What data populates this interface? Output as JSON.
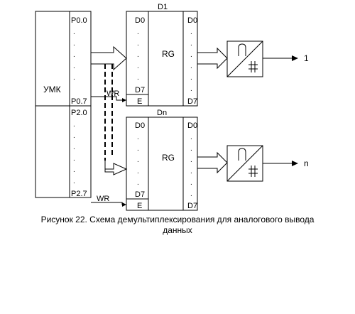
{
  "mcu": {
    "name": "УМК",
    "port0_first": "P0.0",
    "port0_last": "P0.7",
    "port2_first": "P2.0",
    "port2_last": "P2.7"
  },
  "registers": [
    {
      "title": "D1",
      "input_first": "D0",
      "input_last": "D7",
      "enable": "E",
      "function": "RG",
      "output_first": "D0",
      "output_last": "D7",
      "strobe": "WR",
      "output_label": "1"
    },
    {
      "title": "Dn",
      "input_first": "D0",
      "input_last": "D7",
      "enable": "E",
      "function": "RG",
      "output_first": "D0",
      "output_last": "D7",
      "strobe": "WR",
      "output_label": "n"
    }
  ],
  "caption": {
    "line1": "Рисунок 22. Схема демультиплексирования для аналогового вывода",
    "line2": "данных"
  }
}
